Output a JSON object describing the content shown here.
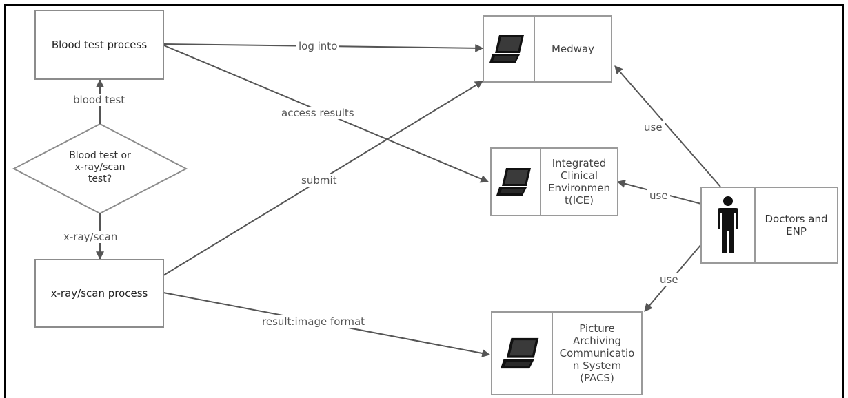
{
  "processes": {
    "blood_test": "Blood test process",
    "xray_scan": "x-ray/scan process"
  },
  "decision": {
    "line1": "Blood test or",
    "line2": "x-ray/scan",
    "line3": "test?"
  },
  "systems": {
    "medway": "Medway",
    "ice_lines": [
      "Integrated",
      "Clinical",
      "Environmen",
      "t(ICE)"
    ],
    "pacs_lines": [
      "Picture",
      "Archiving",
      "Communicatio",
      "n System",
      "(PACS)"
    ]
  },
  "actor": {
    "label_lines": [
      "Doctors and",
      "ENP"
    ],
    "icon": "person-icon"
  },
  "edges": {
    "blood_test": "blood test",
    "xray_scan": "x-ray/scan",
    "log_into": "log into",
    "access_results": "access results",
    "submit": "submit",
    "result_image_format": "result:image format",
    "use_medway": "use",
    "use_ice": "use",
    "use_pacs": "use"
  },
  "icons": {
    "system_icon": "laptop-icon"
  },
  "colors": {
    "line": "#555555",
    "box_border": "#8c8c8c"
  }
}
